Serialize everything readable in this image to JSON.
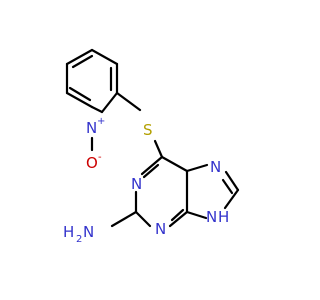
{
  "colors": {
    "bond": "#000000",
    "nitrogen": "#3333cc",
    "oxygen": "#cc0000",
    "sulfur": "#b3a000"
  },
  "atoms": {
    "pyridine_n": "N",
    "pyridine_n_charge": "+",
    "oxide_o": "O",
    "oxide_o_charge": "-",
    "thioether_s": "S",
    "purine_n1": "N",
    "purine_n3": "N",
    "purine_n7": "N",
    "purine_n9": "N",
    "purine_n9_h": "H",
    "amine_n": "N",
    "amine_h2": "H"
  }
}
